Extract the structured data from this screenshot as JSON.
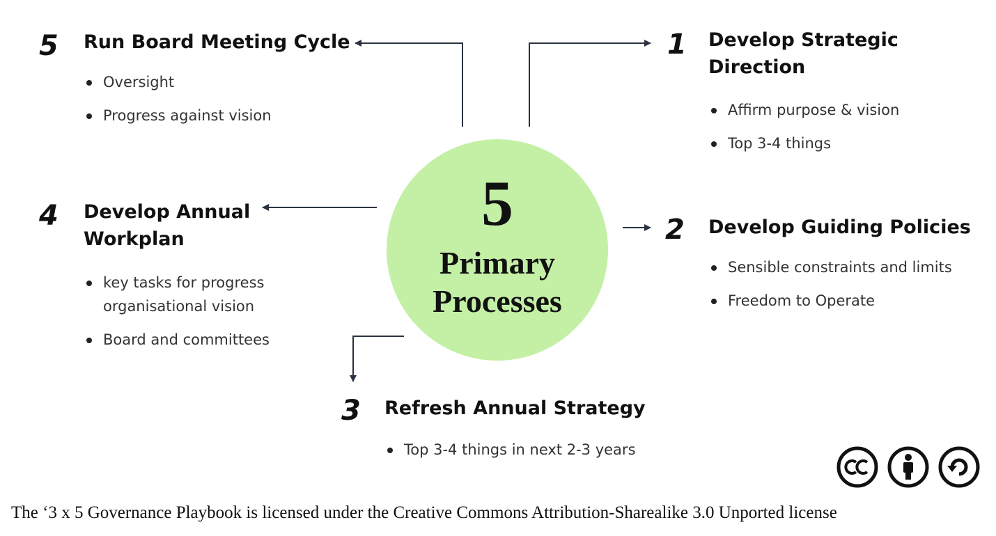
{
  "diagram": {
    "center": {
      "number": "5",
      "label": "Primary Processes",
      "color": "#c4f0a6"
    },
    "processes": [
      {
        "number": "1",
        "title": "Develop Strategic Direction",
        "bullets": [
          "Affirm purpose & vision",
          "Top 3-4 things"
        ]
      },
      {
        "number": "2",
        "title": "Develop Guiding Policies",
        "bullets": [
          "Sensible constraints and limits",
          "Freedom to Operate"
        ]
      },
      {
        "number": "3",
        "title": "Refresh Annual Strategy",
        "bullets": [
          "Top 3-4 things in next 2-3 years"
        ]
      },
      {
        "number": "4",
        "title": "Develop Annual Workplan",
        "bullets": [
          "key tasks for progress organisational vision",
          "Board and committees"
        ]
      },
      {
        "number": "5",
        "title": "Run Board Meeting Cycle",
        "bullets": [
          "Oversight",
          "Progress against vision"
        ]
      }
    ],
    "arrow_color": "#2b3340"
  },
  "license": {
    "text": "The ‘3 x 5 Governance Playbook is licensed under the Creative Commons Attribution-Sharealike 3.0 Unported license",
    "icons": [
      "cc-icon",
      "attribution-icon",
      "sharealike-icon"
    ]
  }
}
